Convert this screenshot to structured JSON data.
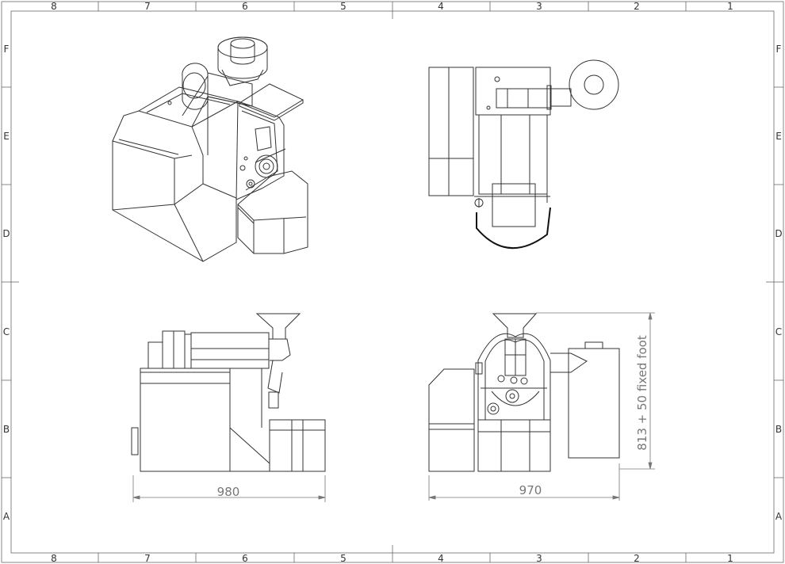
{
  "border": {
    "columns": [
      "8",
      "7",
      "6",
      "5",
      "4",
      "3",
      "2",
      "1"
    ],
    "rows": [
      "F",
      "E",
      "D",
      "C",
      "B",
      "A"
    ]
  },
  "dimensions": {
    "side_width": "980",
    "front_width": "970",
    "height": "813 + 50 fixed foot"
  }
}
